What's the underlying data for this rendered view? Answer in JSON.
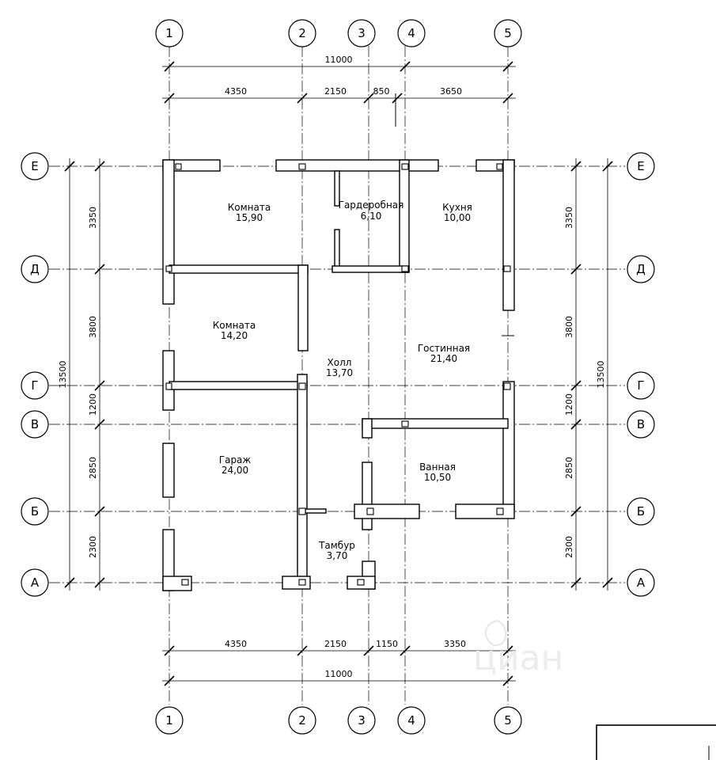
{
  "axes": {
    "columns": [
      "1",
      "2",
      "3",
      "4",
      "5"
    ],
    "rows": [
      "Е",
      "Д",
      "Г",
      "В",
      "Б",
      "А"
    ]
  },
  "dimensions": {
    "top_total": "11000",
    "top_segments": [
      "4350",
      "2150",
      "850",
      "3650"
    ],
    "bottom_total": "11000",
    "bottom_segments": [
      "4350",
      "2150",
      "1150",
      "3350"
    ],
    "left_total": "13500",
    "left_segments": [
      "3350",
      "3800",
      "1200",
      "2850",
      "2300"
    ],
    "right_total": "13500",
    "right_segments": [
      "3350",
      "3800",
      "1200",
      "2850",
      "2300"
    ]
  },
  "rooms": [
    {
      "name": "Комната",
      "area": "15,90"
    },
    {
      "name": "Гардеробная",
      "area": "6,10"
    },
    {
      "name": "Кухня",
      "area": "10,00"
    },
    {
      "name": "Комната",
      "area": "14,20"
    },
    {
      "name": "Холл",
      "area": "13,70"
    },
    {
      "name": "Гостинная",
      "area": "21,40"
    },
    {
      "name": "Гараж",
      "area": "24,00"
    },
    {
      "name": "Ванная",
      "area": "10,50"
    },
    {
      "name": "Тамбур",
      "area": "3,70"
    }
  ],
  "watermark": "циан"
}
